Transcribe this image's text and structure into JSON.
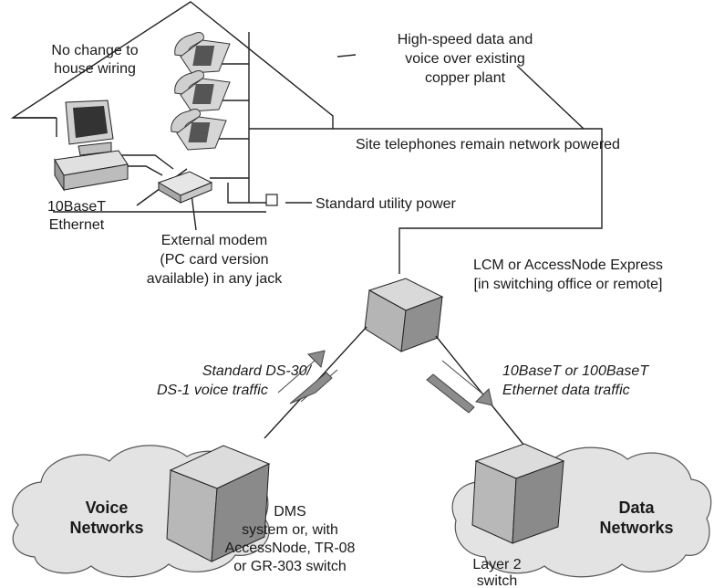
{
  "house": {
    "note": [
      "No change to",
      "house wiring"
    ],
    "ethernet": [
      "10BaseT",
      "Ethernet"
    ],
    "modem": [
      "External modem",
      "(PC card version",
      "available) in any jack"
    ]
  },
  "power_label": "Standard utility power",
  "copper_note": [
    "High-speed data and",
    "voice over existing",
    "copper plant"
  ],
  "powered_note": "Site telephones remain network powered",
  "lcm": [
    "LCM or AccessNode Express",
    "[in switching office or remote]"
  ],
  "voice_traffic": [
    "Standard DS-30/",
    "DS-1 voice traffic"
  ],
  "data_traffic": [
    "10BaseT or 100BaseT",
    "Ethernet data traffic"
  ],
  "voice_cloud": [
    "Voice",
    "Networks"
  ],
  "data_cloud": [
    "Data",
    "Networks"
  ],
  "dms": [
    "DMS",
    "system or, with",
    "AccessNode, TR-08",
    "or GR-303 switch"
  ],
  "layer2": [
    "Layer 2",
    "switch"
  ],
  "colors": {
    "box_light": "#d9d9d9",
    "box_mid": "#b5b5b5",
    "box_dark": "#7a7a7a",
    "cloud": "#e3e3e3",
    "arrow": "#8c8c8c"
  }
}
